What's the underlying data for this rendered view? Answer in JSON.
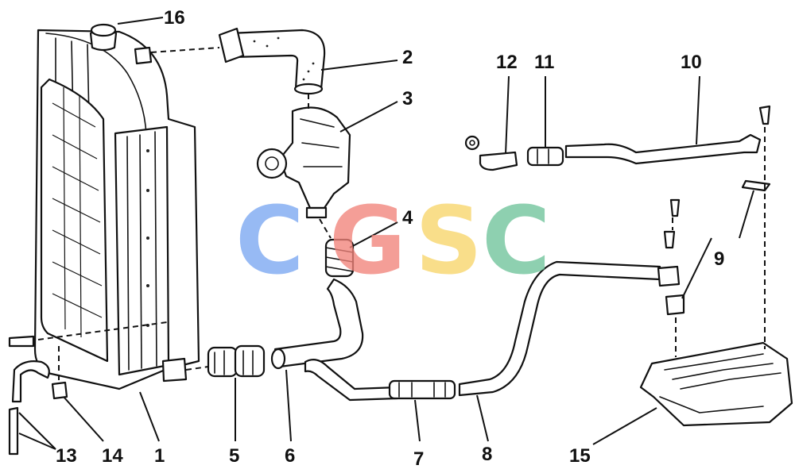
{
  "diagram": {
    "callouts": [
      {
        "id": "c1",
        "text": "1"
      },
      {
        "id": "c2",
        "text": "2"
      },
      {
        "id": "c3",
        "text": "3"
      },
      {
        "id": "c4",
        "text": "4"
      },
      {
        "id": "c5",
        "text": "5"
      },
      {
        "id": "c6",
        "text": "6"
      },
      {
        "id": "c7",
        "text": "7"
      },
      {
        "id": "c8",
        "text": "8"
      },
      {
        "id": "c9",
        "text": "9"
      },
      {
        "id": "c10",
        "text": "10"
      },
      {
        "id": "c11",
        "text": "11"
      },
      {
        "id": "c12",
        "text": "12"
      },
      {
        "id": "c13",
        "text": "13"
      },
      {
        "id": "c14",
        "text": "14"
      },
      {
        "id": "c15",
        "text": "15"
      },
      {
        "id": "c16",
        "text": "16"
      }
    ]
  },
  "watermark": {
    "letters": [
      "C",
      "G",
      "S",
      "C"
    ],
    "colors": [
      "#7aa7f2",
      "#f2837a",
      "#f8d56a",
      "#6fc49a"
    ]
  }
}
